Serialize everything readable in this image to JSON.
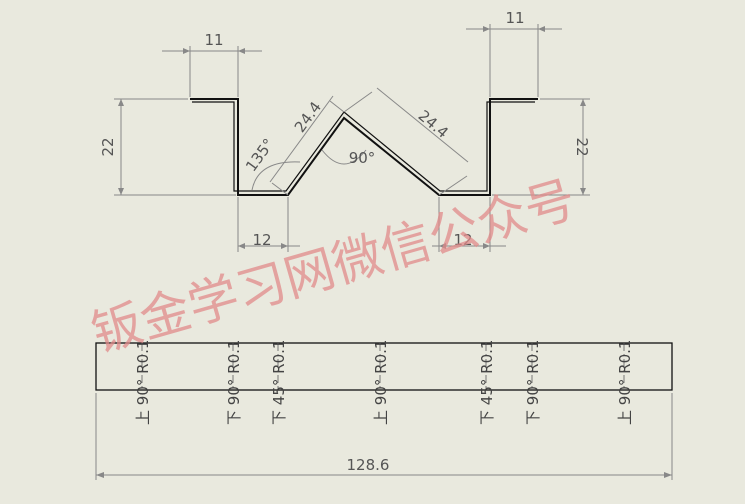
{
  "colors": {
    "background": "#e9e9de",
    "dimension_line": "#888888",
    "text": "#555555",
    "profile": "#111111",
    "watermark": "#e08a8a"
  },
  "profile_view": {
    "dims": {
      "top_left_flange": "11",
      "top_right_flange": "11",
      "left_height": "22",
      "right_height": "22",
      "left_slope": "24.4",
      "right_slope": "24.4",
      "angle_obtuse": "135°",
      "angle_right": "90°",
      "bottom_left": "12",
      "bottom_right": "12"
    }
  },
  "flat_view": {
    "total_length": "128.6",
    "bend_lines": [
      {
        "radius": "R0.1",
        "angle": "90°",
        "direction": "上"
      },
      {
        "radius": "R0.1",
        "angle": "90°",
        "direction": "下"
      },
      {
        "radius": "R0.1",
        "angle": "45°",
        "direction": "下"
      },
      {
        "radius": "R0.1",
        "angle": "90°",
        "direction": "上"
      },
      {
        "radius": "R0.1",
        "angle": "45°",
        "direction": "下"
      },
      {
        "radius": "R0.1",
        "angle": "90°",
        "direction": "下"
      },
      {
        "radius": "R0.1",
        "angle": "90°",
        "direction": "上"
      }
    ]
  },
  "watermark": "钣金学习网微信公众号"
}
